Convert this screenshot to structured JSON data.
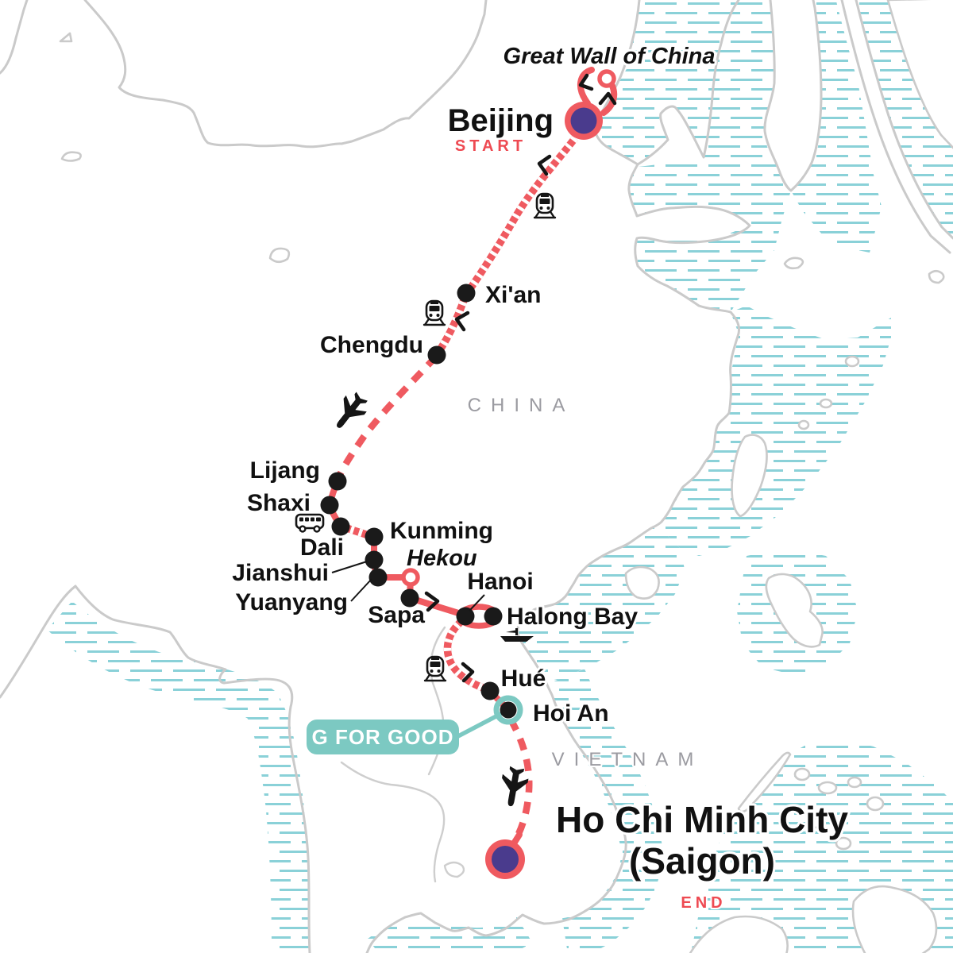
{
  "map_type": "tour-itinerary-map",
  "regions": {
    "china": "CHINA",
    "vietnam": "VIETNAM"
  },
  "route": {
    "start": {
      "name": "Beijing",
      "tag": "START"
    },
    "side_trip": {
      "name": "Great Wall of China"
    },
    "stops": [
      {
        "name": "Xi'an"
      },
      {
        "name": "Chengdu"
      },
      {
        "name": "Lijang"
      },
      {
        "name": "Shaxi"
      },
      {
        "name": "Dali"
      },
      {
        "name": "Kunming"
      },
      {
        "name": "Jianshui"
      },
      {
        "name": "Yuanyang"
      },
      {
        "name": "Hekou"
      },
      {
        "name": "Sapa"
      },
      {
        "name": "Hanoi"
      },
      {
        "name": "Halong Bay"
      },
      {
        "name": "Hué"
      },
      {
        "name": "Hoi An"
      }
    ],
    "end": {
      "line1": "Ho Chi Minh City",
      "line2": "(Saigon)",
      "tag": "END"
    }
  },
  "badge": {
    "label": "G FOR GOOD"
  },
  "transport_icons": {
    "train_count": 3,
    "plane_count": 2,
    "bus_count": 1,
    "boat_count": 1
  },
  "colors": {
    "route_red": "#EF5A60",
    "tag_red": "#EE4A52",
    "marker_purple": "#4A3B8D",
    "good_teal": "#7CC9C2",
    "sea_hatch_teal": "#8AD1D8",
    "coastline_gray": "#CACACA",
    "country_label_gray": "#9B9BA1",
    "stop_dot_black": "#1A1A1A"
  }
}
